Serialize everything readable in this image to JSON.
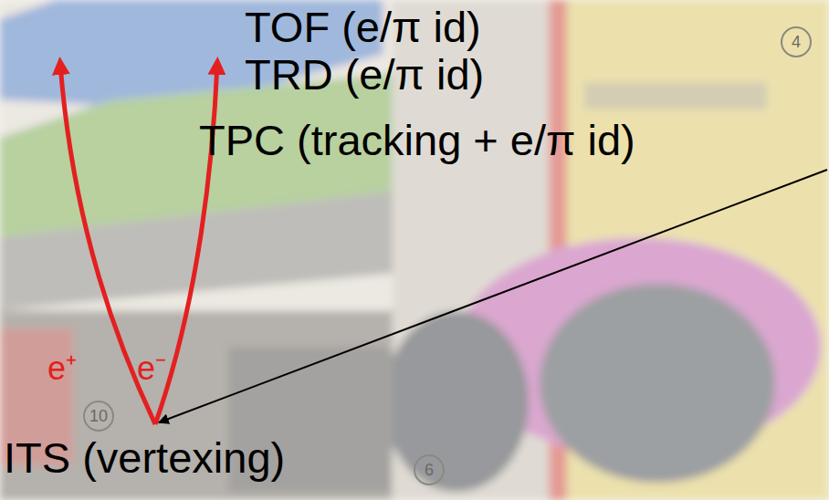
{
  "diagram": {
    "labels": [
      "TOF (e/π id)",
      "TRD (e/π id)",
      "TPC (tracking + e/π id)",
      "e⁺",
      "e⁻",
      "ITS (vertexing)",
      "4",
      "10",
      "6"
    ]
  }
}
